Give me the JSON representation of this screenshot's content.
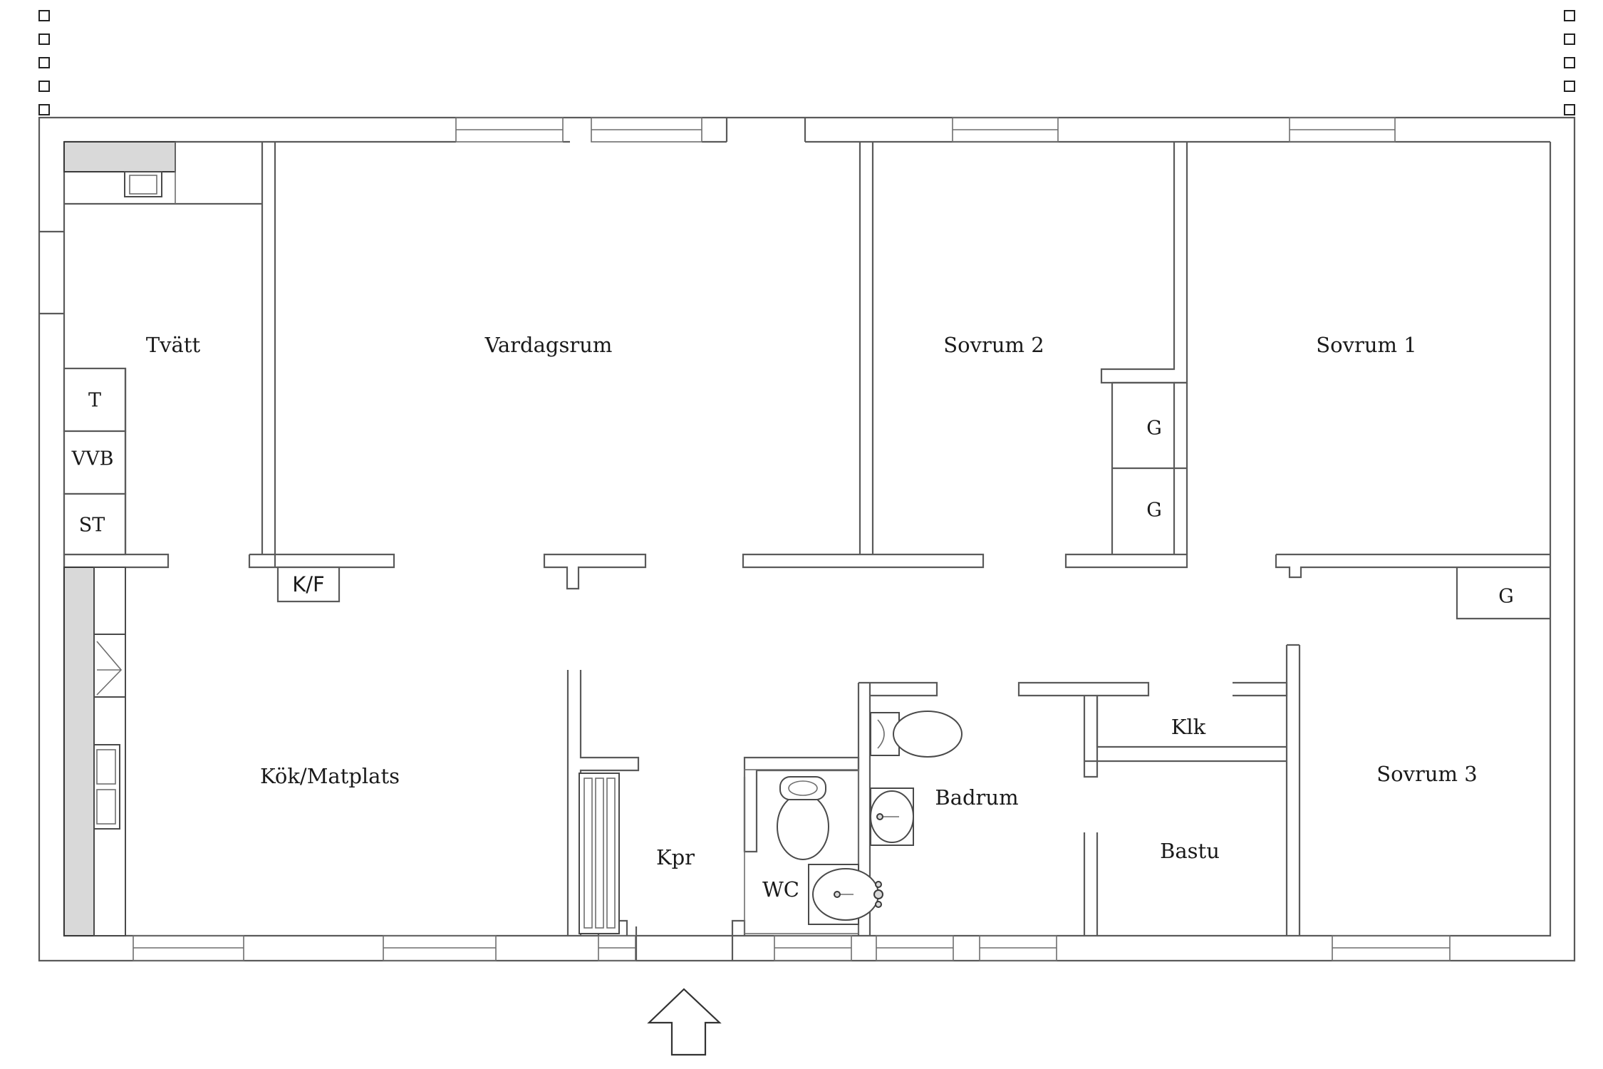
{
  "rooms": {
    "tvatt": "Tvätt",
    "vardagsrum": "Vardagsrum",
    "sovrum2": "Sovrum 2",
    "sovrum1": "Sovrum 1",
    "kok": "Kök/Matplats",
    "kpr": "Kpr",
    "wc": "WC",
    "badrum": "Badrum",
    "klk": "Klk",
    "bastu": "Bastu",
    "sovrum3": "Sovrum 3"
  },
  "fixtures": {
    "t": "T",
    "vvb": "VVB",
    "st": "ST",
    "kf": "K/F",
    "g1": "G",
    "g2": "G",
    "g3": "G"
  },
  "entrance": "entrance-arrow-icon"
}
